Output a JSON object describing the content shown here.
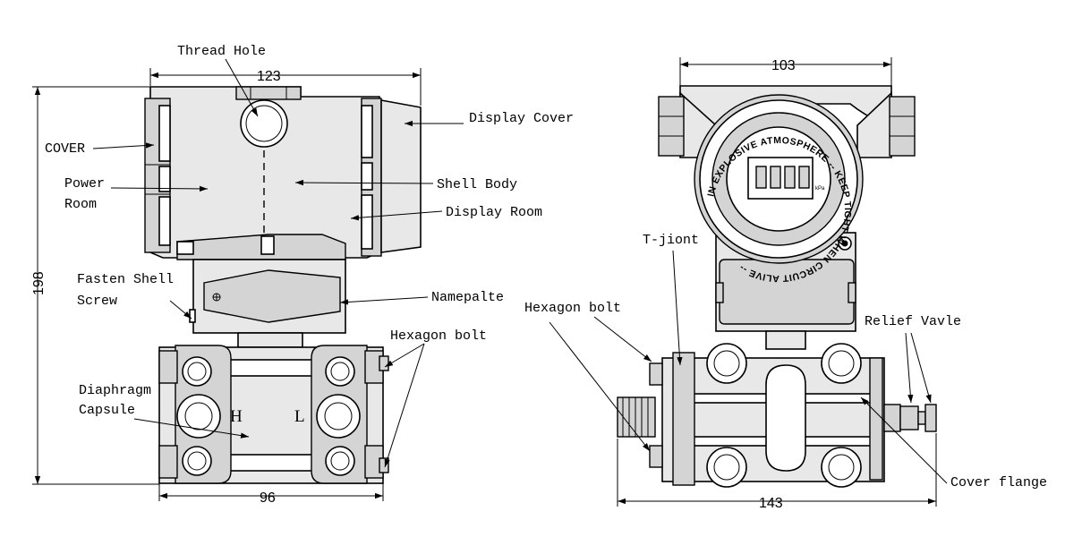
{
  "labels": {
    "thread_hole": "Thread Hole",
    "display_cover": "Display Cover",
    "cover": "COVER",
    "power_room_1": "Power",
    "power_room_2": "Room",
    "shell_body": "Shell Body",
    "display_room": "Display Room",
    "fasten_1": "Fasten Shell",
    "fasten_2": "Screw",
    "nameplate": "Namepalte",
    "hex_bolt_left": "Hexagon bolt",
    "diaphragm_1": "Diaphragm",
    "diaphragm_2": "Capsule",
    "high": "H",
    "low": "L",
    "t_joint": "T-jiont",
    "hex_bolt_right": "Hexagon bolt",
    "relief_valve": "Relief  Vavle",
    "cover_flange": "Cover flange"
  },
  "dimensions": {
    "top_left": "123",
    "left_height": "198",
    "bottom_left": "96",
    "top_right": "103",
    "bottom_right": "143"
  },
  "cover_ring_text": "IN EXPLOSIVE ATMOSPHERE -- KEEP TIGHT WHEN CIRCUIT ALIVE --",
  "display_unit": "kPa"
}
